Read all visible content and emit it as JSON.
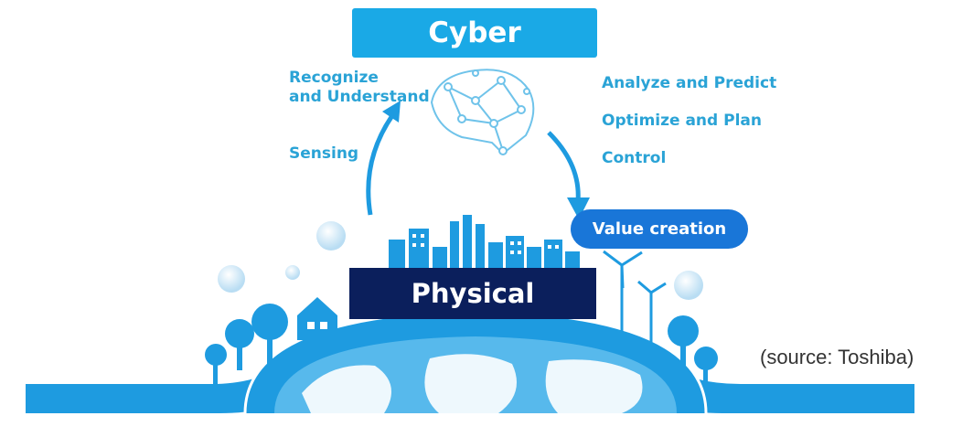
{
  "cyber_label": "Cyber",
  "physical_label": "Physical",
  "value_creation_label": "Value creation",
  "left_labels": {
    "recognize_line1": "Recognize",
    "recognize_line2": "and Understand",
    "sensing": "Sensing"
  },
  "right_labels": {
    "analyze": "Analyze and Predict",
    "optimize": "Optimize and Plan",
    "control": "Control"
  },
  "source_note": "(source: Toshiba)",
  "colors": {
    "cyber_box": "#1aa9e6",
    "physical_box": "#0b1f5c",
    "value_pill": "#1976d8",
    "label_text": "#2aa3d6",
    "graphic_blue": "#1e9be0"
  },
  "icons": [
    "brain-network-icon",
    "globe-icon",
    "city-skyline-icon",
    "wind-turbine-icon",
    "tree-icon",
    "house-icon"
  ]
}
